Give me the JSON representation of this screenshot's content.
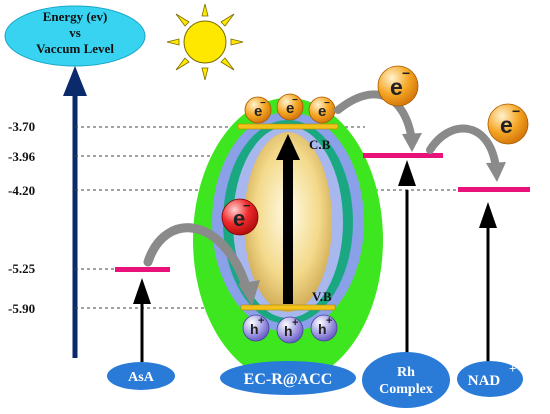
{
  "axis": {
    "title_line1": "Energy (ev)",
    "title_line2": "vs",
    "title_line3": "Vaccum Level"
  },
  "levels": {
    "l1": "-3.70",
    "l2": "-3.96",
    "l3": "-4.20",
    "l4": "-5.25",
    "l5": "-5.90"
  },
  "bands": {
    "cb": "C.B",
    "vb": "V.B"
  },
  "particles": {
    "electron": "e",
    "electron_charge": "−",
    "hole": "h",
    "hole_charge": "+"
  },
  "components": {
    "asa": "AsA",
    "catalyst": "EC-R@ACC",
    "rh_line1": "Rh",
    "rh_line2": "Complex",
    "nad": "NAD",
    "nad_charge": "+"
  },
  "colors": {
    "navy": "#0b2a6b",
    "cyan_label": "#38d3f0",
    "blue_label": "#2a7ad8",
    "pink_level": "#e8127a",
    "green_ellipse": "#39e21c",
    "sun": "#ffe800",
    "electron": "#f29a1d",
    "electron_red": "#e81818",
    "hole": "#8d84d8"
  }
}
